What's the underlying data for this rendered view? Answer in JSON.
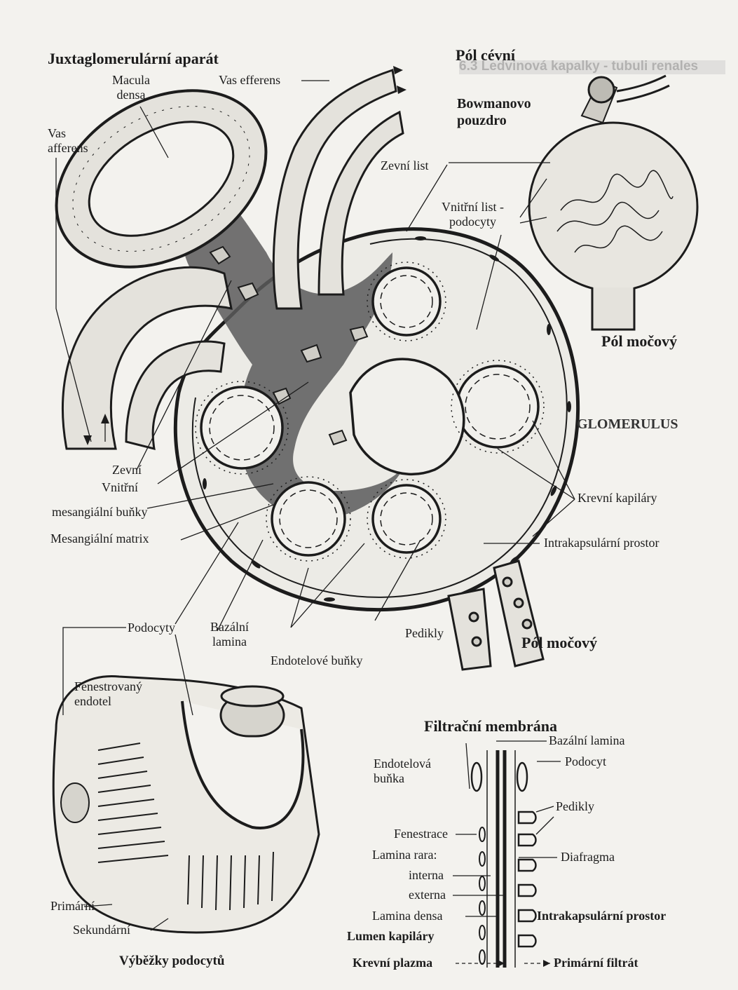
{
  "background_header": "6.3 Ledvinová kapalky - tubuli renales",
  "titles": {
    "juxtaglomerular": "Juxtaglomerulární aparát",
    "vascular_pole": "Pól cévní",
    "bowman_capsule": "Bowmanovo\npouzdro",
    "urinary_pole_top": "Pól močový",
    "glomerulus": "GLOMERULUS",
    "urinary_pole_bottom": "Pól močový",
    "filtration_membrane": "Filtrační membrána",
    "podocyte_processes": "Výběžky podocytů"
  },
  "labels": {
    "macula_densa": "Macula\ndensa",
    "vas_efferens": "Vas efferens",
    "vas_afferens": "Vas\nafferens",
    "zevni_list": "Zevní list",
    "vnitrni_list": "Vnitřní list -\npodocyty",
    "zevni": "Zevní",
    "vnitrni": "Vnitřní",
    "mesangial_cells": "mesangiální buňky",
    "mesangial_matrix": "Mesangiální matrix",
    "capillaries": "Krevní kapiláry",
    "intracapsular_space": "Intrakapsulární prostor",
    "podocytes": "Podocyty",
    "basal_lamina": "Bazální\nlamina",
    "pedicles": "Pedikly",
    "endothelial_cells": "Endotelové buňky",
    "fenestrated_endothelium": "Fenestrovaný\nendotel",
    "primary": "Primární",
    "secondary": "Sekundární"
  },
  "filtration": {
    "basal_lamina": "Bazální lamina",
    "podocyte": "Podocyt",
    "endothelial_cell": "Endotelová\nbuňka",
    "pedicles": "Pedikly",
    "fenestrations": "Fenestrace",
    "diaphragm": "Diafragma",
    "lamina_rara": "Lamina rara:",
    "interna": "interna",
    "externa": "externa",
    "lamina_densa": "Lamina densa",
    "intracapsular_space": "Intrakapsulární prostor",
    "capillary_lumen": "Lumen kapiláry",
    "blood_plasma": "Krevní plazma",
    "primary_filtrate": "Primární filtrát"
  },
  "colors": {
    "ink": "#1c1c1c",
    "paper": "#f3f2ee",
    "mesangium": "#5a5a5a",
    "tissue": "#e4e2dc"
  }
}
